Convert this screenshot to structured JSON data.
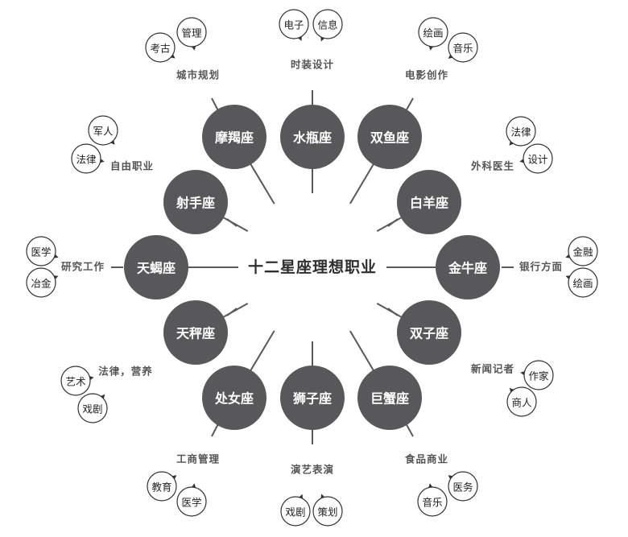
{
  "title": "十二星座理想职业",
  "colors": {
    "node": "#58585a",
    "line": "#58585a",
    "text_dark": "#2e2e2e",
    "text_gray": "#555555"
  },
  "signs": [
    {
      "id": "aquarius",
      "name": "水瓶座",
      "career": "时装设计",
      "tags": [
        "电子",
        "信息"
      ]
    },
    {
      "id": "pisces",
      "name": "双鱼座",
      "career": "电影创作",
      "tags": [
        "绘画",
        "音乐"
      ]
    },
    {
      "id": "aries",
      "name": "白羊座",
      "career": "外科医生",
      "tags": [
        "法律",
        "设计"
      ]
    },
    {
      "id": "taurus",
      "name": "金牛座",
      "career": "银行方面",
      "tags": [
        "金融",
        "绘画"
      ]
    },
    {
      "id": "gemini",
      "name": "双子座",
      "career": "新闻记者",
      "tags": [
        "作家",
        "商人"
      ]
    },
    {
      "id": "cancer",
      "name": "巨蟹座",
      "career": "食品商业",
      "tags": [
        "医务",
        "音乐"
      ]
    },
    {
      "id": "leo",
      "name": "狮子座",
      "career": "演艺表演",
      "tags": [
        "戏剧",
        "策划"
      ]
    },
    {
      "id": "virgo",
      "name": "处女座",
      "career": "工商管理",
      "tags": [
        "教育",
        "医学"
      ]
    },
    {
      "id": "libra",
      "name": "天秤座",
      "career": "法律，营养",
      "tags": [
        "艺术",
        "戏剧"
      ]
    },
    {
      "id": "scorpio",
      "name": "天蝎座",
      "career": "研究工作",
      "tags": [
        "医学",
        "冶金"
      ]
    },
    {
      "id": "sagittarius",
      "name": "射手座",
      "career": "自由职业",
      "tags": [
        "军人",
        "法律"
      ]
    },
    {
      "id": "capricorn",
      "name": "摩羯座",
      "career": "城市规划",
      "tags": [
        "考古",
        "管理"
      ]
    }
  ]
}
